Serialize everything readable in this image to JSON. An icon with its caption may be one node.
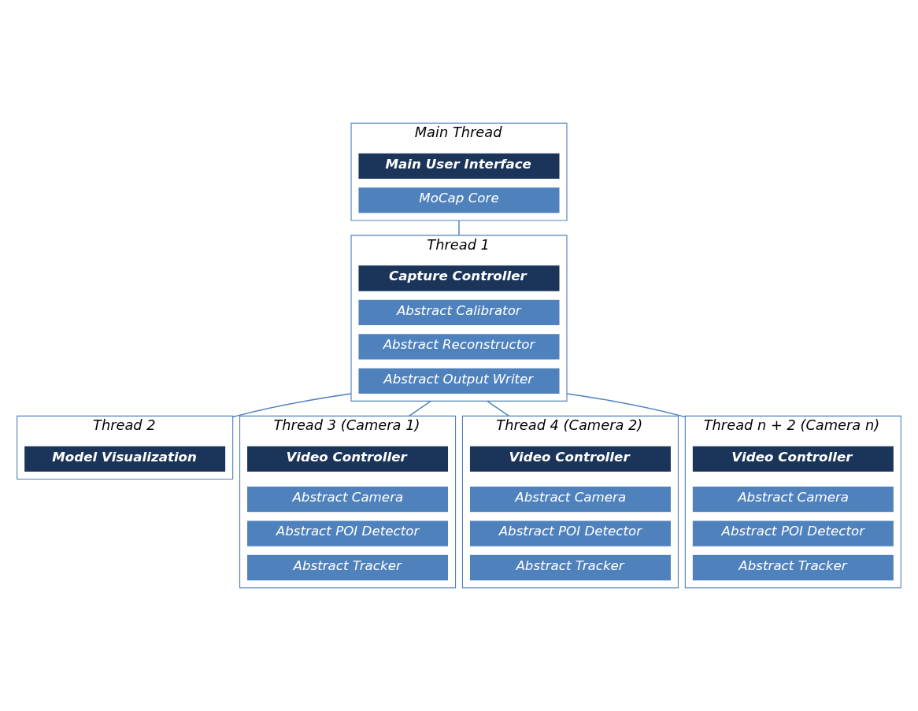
{
  "diagram": {
    "nodes": [
      {
        "text": [
          "Main Thread"
        ]
      },
      {
        "text": [
          "Main User Interface"
        ],
        "in": 0
      },
      {
        "text": [
          "MoCap Core"
        ],
        "in": 0
      },
      {
        "text": [
          "Thread 1"
        ]
      },
      {
        "text": [
          "Capture Controller"
        ],
        "in": 3
      },
      {
        "text": [
          "Abstract Calibrator"
        ],
        "in": 3
      },
      {
        "text": [
          "Abstract Reconstructor"
        ],
        "in": 3
      },
      {
        "text": [
          "Abstract Output Writer"
        ],
        "in": 3
      },
      {
        "text": [
          "Thread 2"
        ]
      },
      {
        "text": [
          "Model Visualization"
        ],
        "in": 8
      },
      {
        "text": [
          "Thread 3 (Camera 1)"
        ]
      },
      {
        "text": [
          "Video Controller"
        ],
        "in": 10
      },
      {
        "text": [
          "Abstract Camera"
        ],
        "in": 10
      },
      {
        "text": [
          "Abstract POI Detector"
        ],
        "in": 10
      },
      {
        "text": [
          "Abstract Tracker"
        ],
        "in": 10
      },
      {
        "text": [
          "Thread 4 (Camera 2)"
        ]
      },
      {
        "text": [
          "Video Controller"
        ],
        "in": 15
      },
      {
        "text": [
          "Abstract Camera"
        ],
        "in": 15
      },
      {
        "text": [
          "Abstract POI Detector"
        ],
        "in": 15
      },
      {
        "text": [
          "Abstract Tracker"
        ],
        "in": 15
      },
      {
        "text": [
          "Thread n + 2 (Camera n)"
        ]
      },
      {
        "text": [
          "Video Controller"
        ],
        "in": 20
      },
      {
        "text": [
          "Abstract Camera"
        ],
        "in": 20
      },
      {
        "text": [
          "Abstract POI Detector"
        ],
        "in": 20
      },
      {
        "text": [
          "Abstract Tracker"
        ],
        "in": 20
      }
    ],
    "edges": [
      {
        "from": 0,
        "to": 3,
        "arrow": "none"
      },
      {
        "from": 3,
        "to": 8,
        "arrow": "none"
      },
      {
        "from": 3,
        "to": 10,
        "arrow": "none"
      },
      {
        "from": 3,
        "to": 15,
        "arrow": "none"
      },
      {
        "from": 3,
        "to": 20,
        "arrow": "none"
      }
    ]
  }
}
